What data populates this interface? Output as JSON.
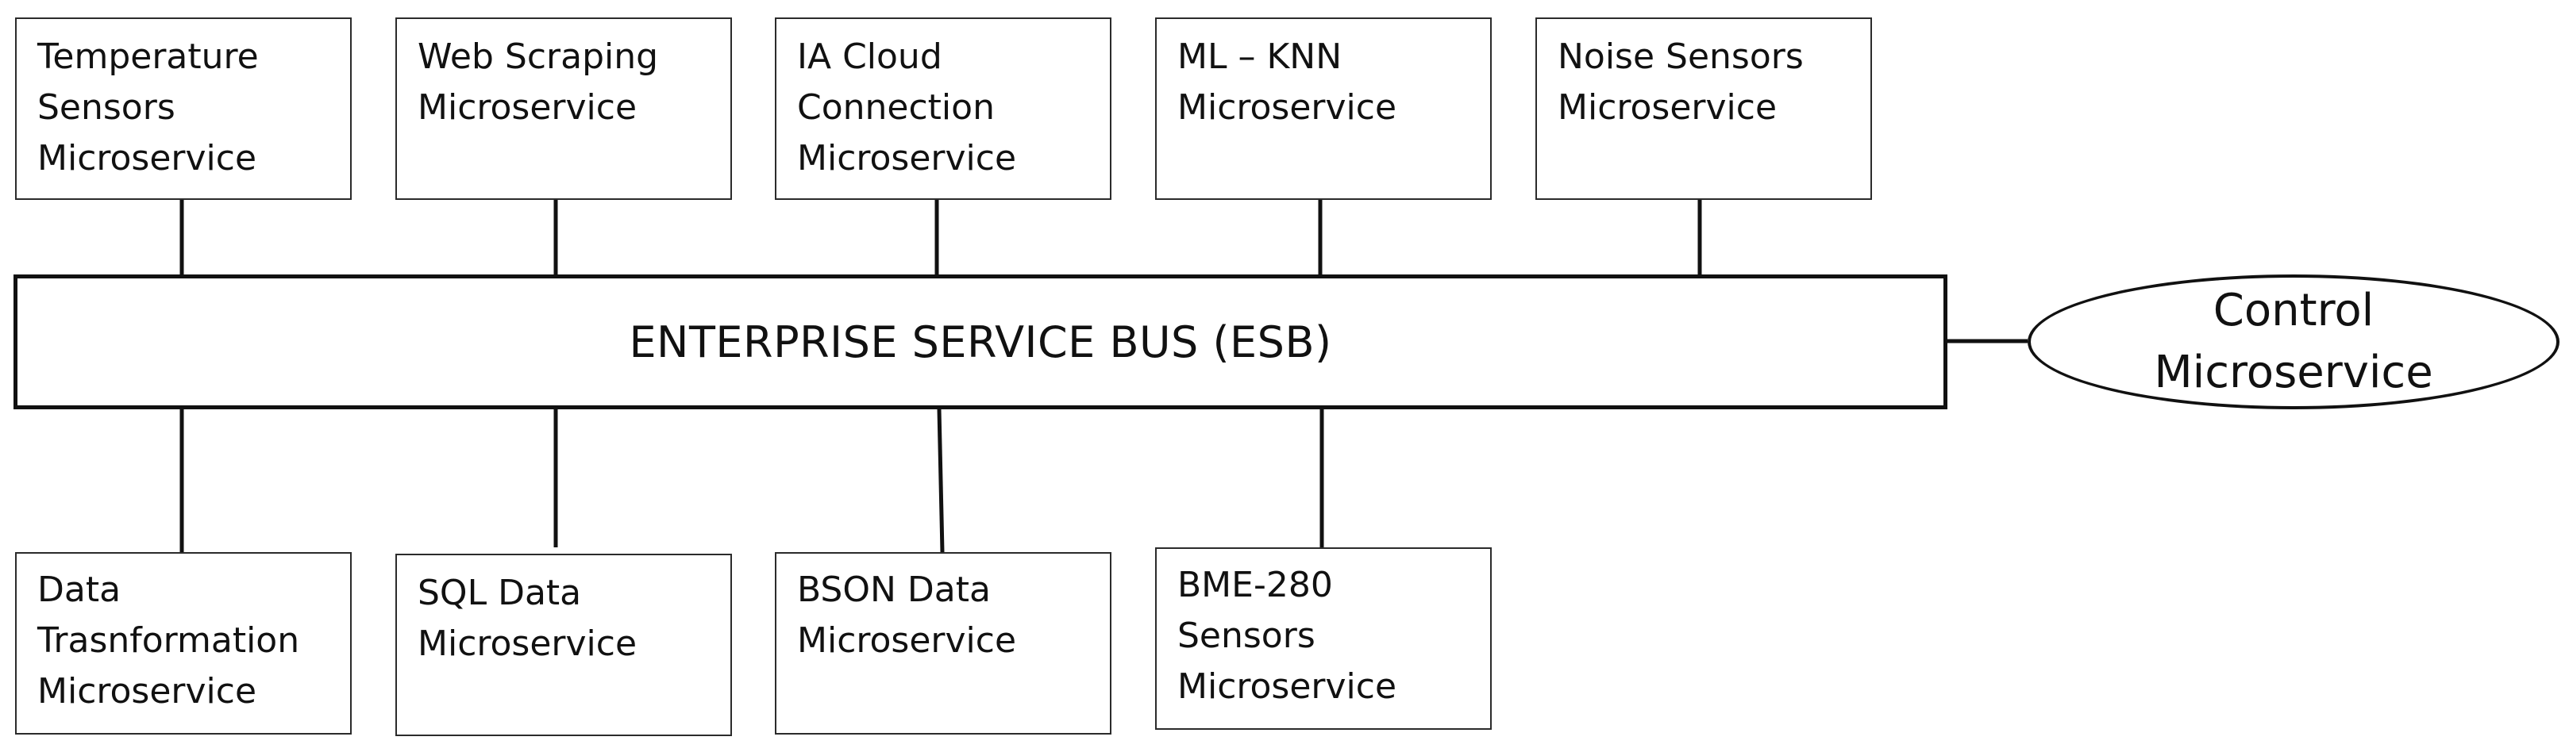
{
  "top_services": [
    {
      "label": "Temperature\nSensors\nMicroservice"
    },
    {
      "label": "Web Scraping\nMicroservice"
    },
    {
      "label": "IA Cloud\nConnection\nMicroservice"
    },
    {
      "label": "ML – KNN\nMicroservice"
    },
    {
      "label": "Noise Sensors\nMicroservice"
    }
  ],
  "bus": {
    "label": "ENTERPRISE SERVICE BUS (ESB)"
  },
  "control": {
    "label": "Control\nMicroservice"
  },
  "bottom_services": [
    {
      "label": "Data\nTrasnformation\nMicroservice"
    },
    {
      "label": "SQL Data\nMicroservice"
    },
    {
      "label": "BSON Data\nMicroservice"
    },
    {
      "label": "BME-280\nSensors\nMicroservice"
    }
  ],
  "colors": {
    "line": "#111111",
    "box_border": "#2b2b2b",
    "background": "#ffffff"
  }
}
